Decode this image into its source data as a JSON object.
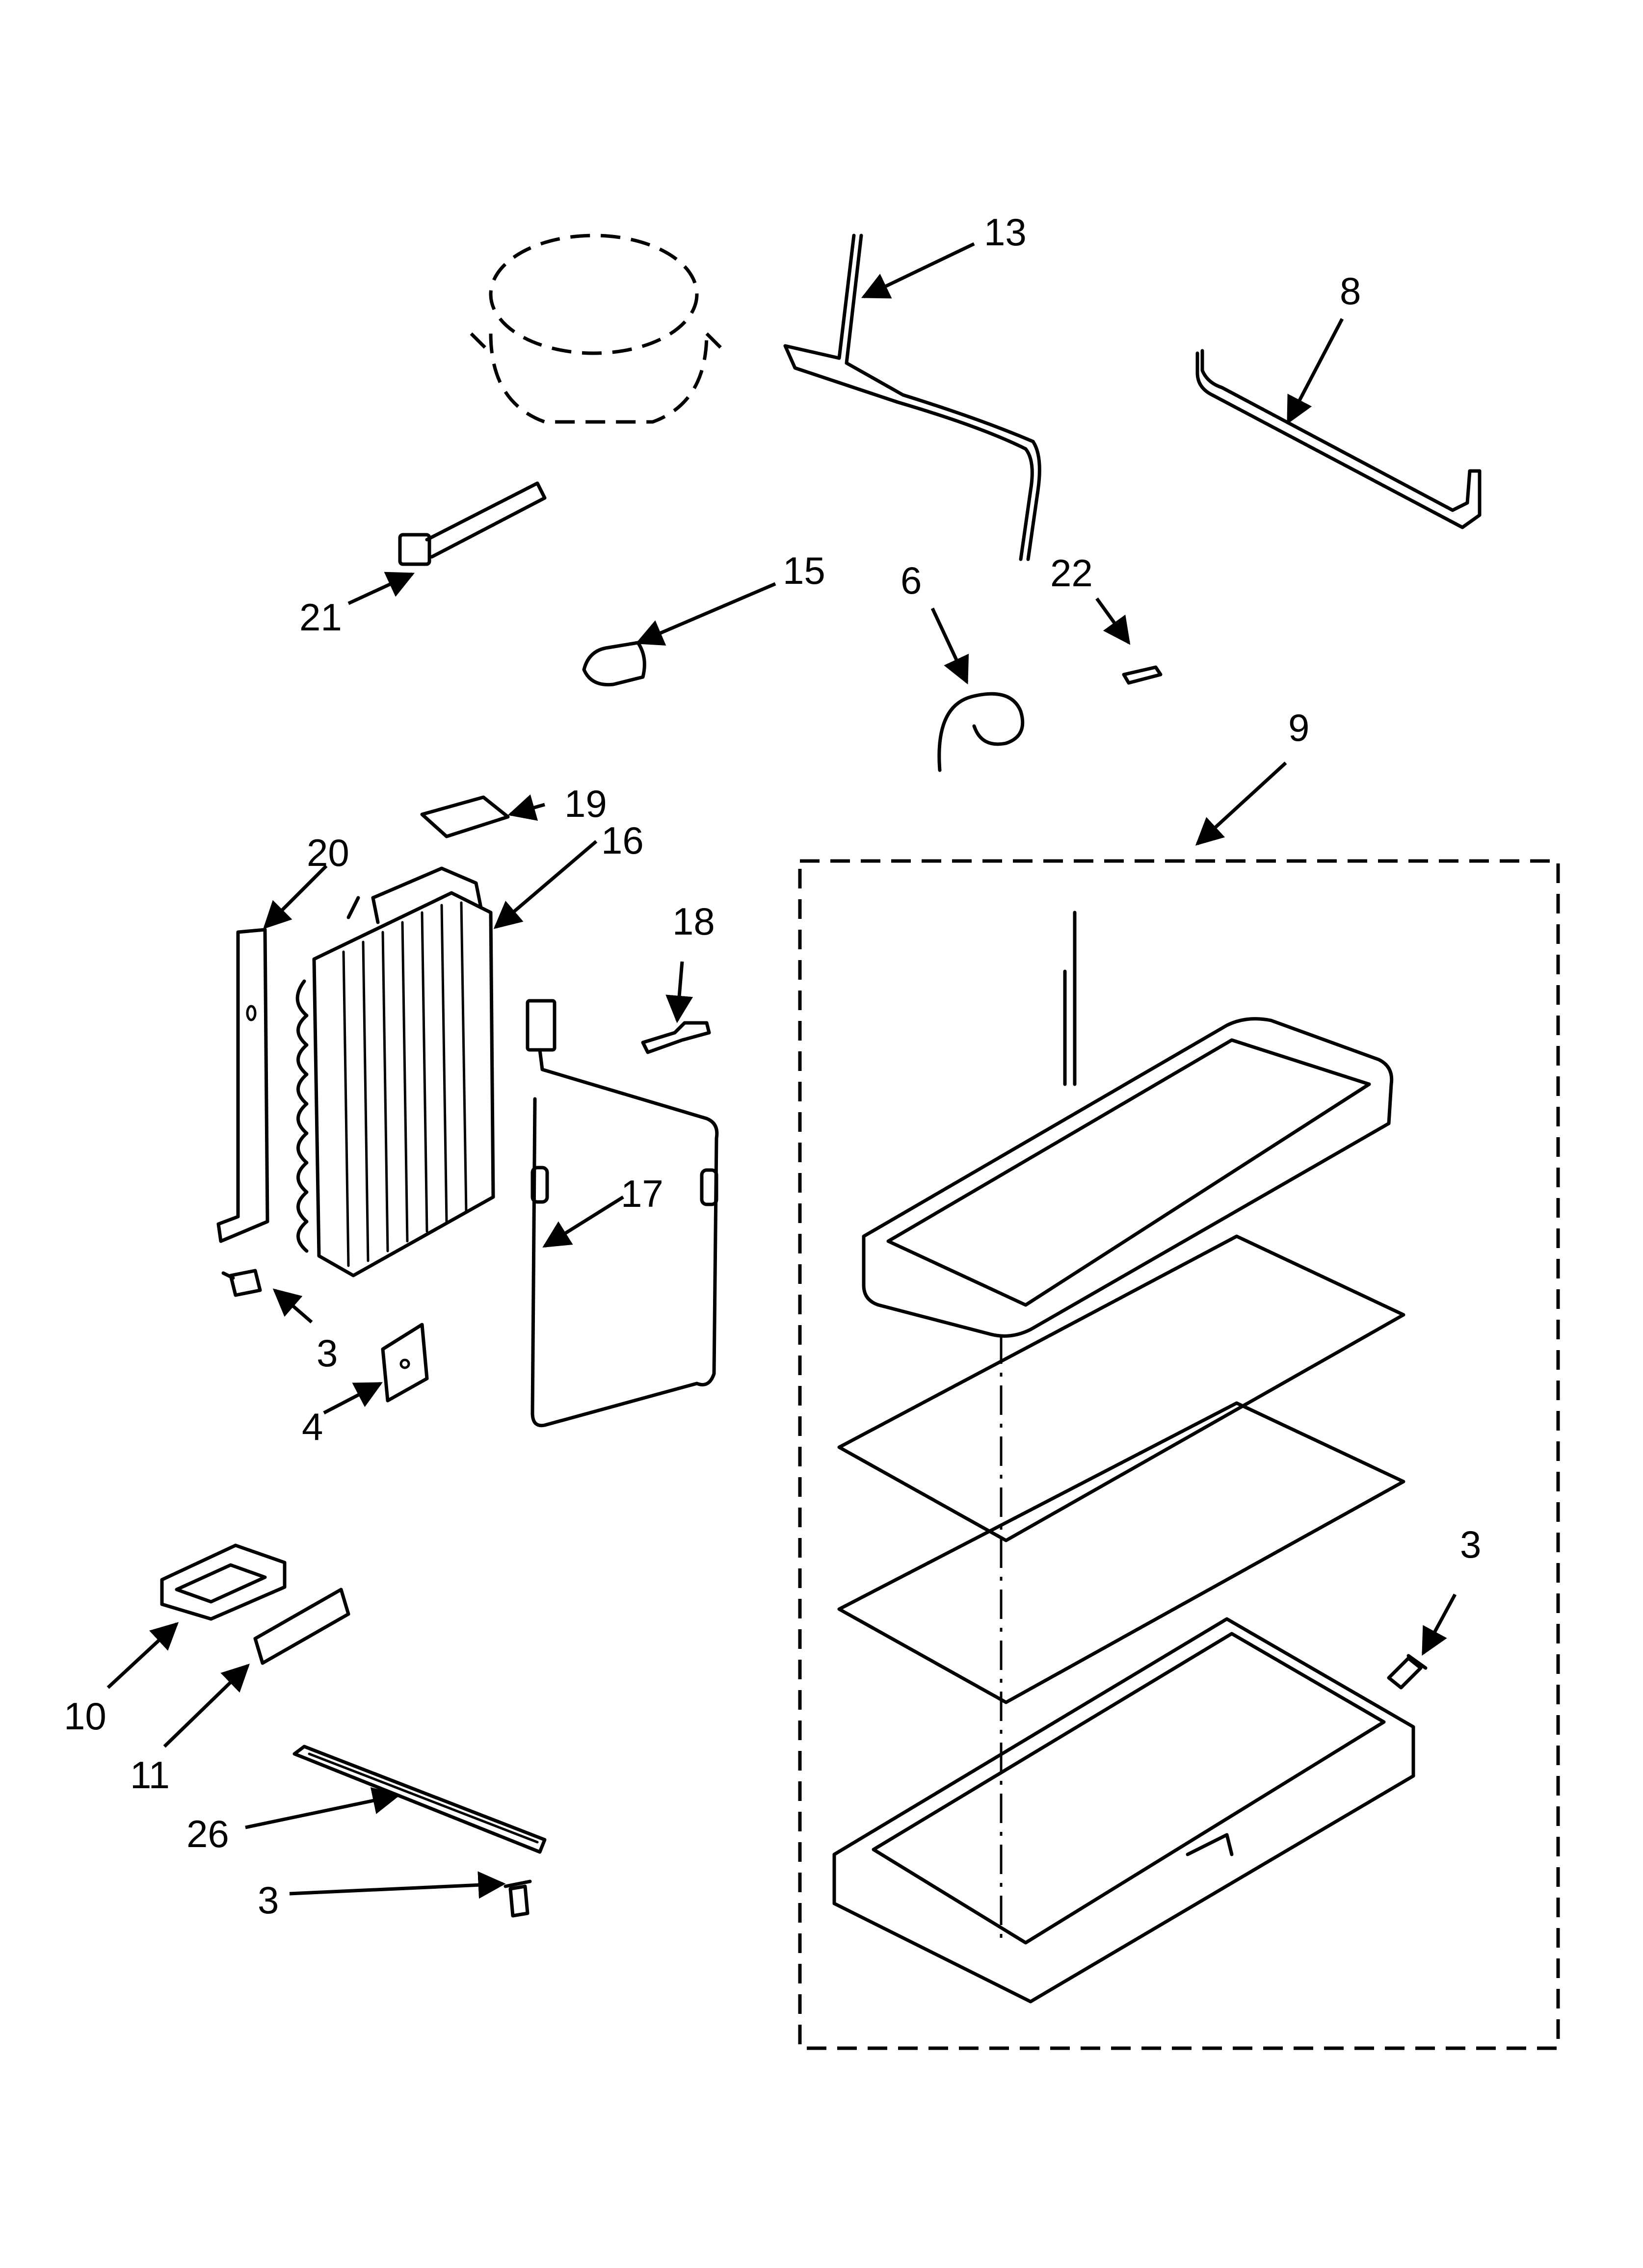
{
  "callouts": [
    {
      "id": "13",
      "text": "13"
    },
    {
      "id": "8",
      "text": "8"
    },
    {
      "id": "21",
      "text": "21"
    },
    {
      "id": "15",
      "text": "15"
    },
    {
      "id": "6",
      "text": "6"
    },
    {
      "id": "22",
      "text": "22"
    },
    {
      "id": "9",
      "text": "9"
    },
    {
      "id": "19",
      "text": "19"
    },
    {
      "id": "20",
      "text": "20"
    },
    {
      "id": "16",
      "text": "16"
    },
    {
      "id": "18",
      "text": "18"
    },
    {
      "id": "17",
      "text": "17"
    },
    {
      "id": "3a",
      "text": "3"
    },
    {
      "id": "4",
      "text": "4"
    },
    {
      "id": "3b",
      "text": "3"
    },
    {
      "id": "10",
      "text": "10"
    },
    {
      "id": "11",
      "text": "11"
    },
    {
      "id": "26",
      "text": "26"
    },
    {
      "id": "3c",
      "text": "3"
    }
  ]
}
